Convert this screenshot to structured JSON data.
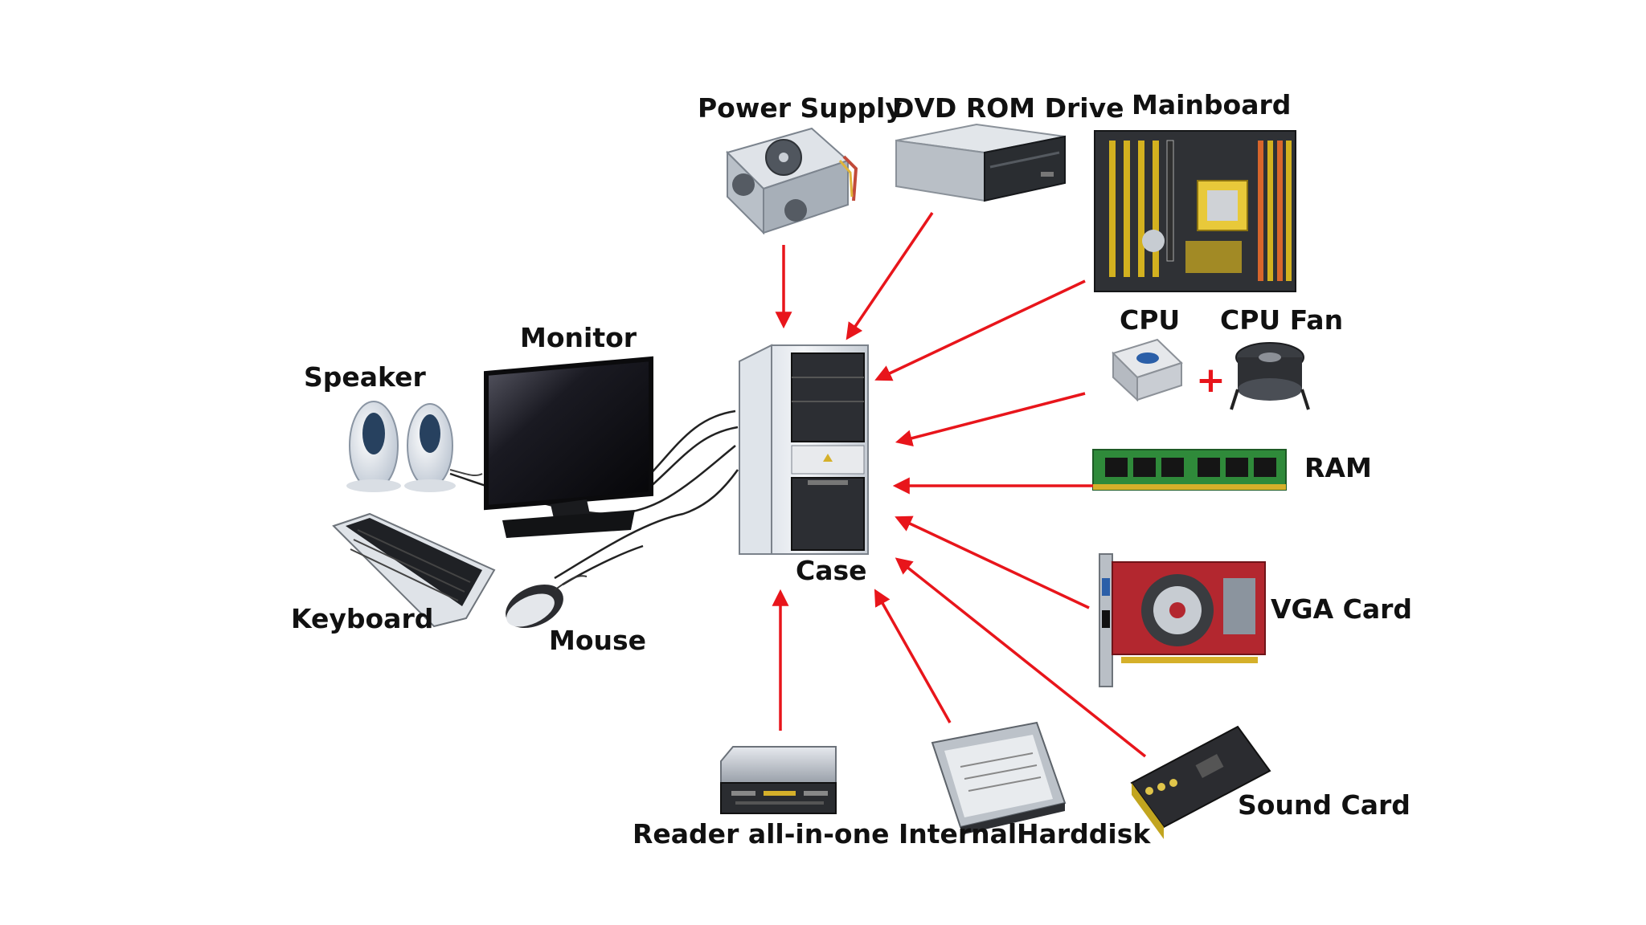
{
  "labels": {
    "power_supply": "Power Supply",
    "dvd_rom": "DVD ROM Drive",
    "mainboard": "Mainboard",
    "cpu": "CPU",
    "cpu_fan": "CPU Fan",
    "ram": "RAM",
    "vga_card": "VGA Card",
    "sound_card": "Sound Card",
    "harddisk": "Harddisk",
    "reader": "Reader all-in-one Internal",
    "case": "Case",
    "monitor": "Monitor",
    "speaker": "Speaker",
    "keyboard": "Keyboard",
    "mouse": "Mouse",
    "plus": "+"
  },
  "colors": {
    "arrow": "#e8151b",
    "text": "#111111"
  }
}
